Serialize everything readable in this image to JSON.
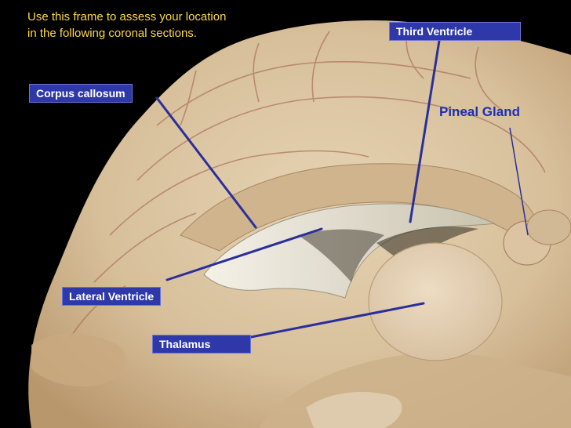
{
  "instruction": {
    "line1": "Use this frame to assess your location",
    "line2": "in the following coronal sections."
  },
  "labels": {
    "corpus_callosum": "Corpus callosum",
    "third_ventricle": "Third  Ventricle",
    "pineal_gland": "Pineal Gland",
    "lateral_ventricle": "Lateral Ventricle",
    "thalamus": "Thalamus"
  },
  "colors": {
    "background": "#000000",
    "tissue": "#dcc7a5",
    "label_fill": "#2f38a8",
    "pointer_line": "#2a2f9a",
    "instruction_text": "#ffd84a"
  }
}
